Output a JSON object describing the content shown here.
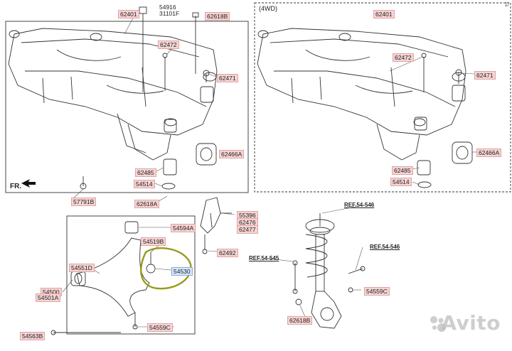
{
  "page_indicator": "1/",
  "watermark": "Avito",
  "direction_label": "FR.",
  "variant_title": "(4WD)",
  "left_labels": {
    "p62401": "62401",
    "p54916": "54916",
    "p31101F": "31101F",
    "p62618B": "62618B",
    "p62472": "62472",
    "p62471": "62471",
    "p62466A": "62466A",
    "p62485": "62485",
    "p54514": "54514",
    "p57791B": "57791B",
    "p62618A": "62618A",
    "p54594A": "54594A",
    "p54519B": "54519B",
    "p54530": "54530",
    "p54551D": "54551D",
    "p54500": "54500",
    "p54501A": "54501A",
    "p54559C": "54559C",
    "p54563B": "54563B",
    "p55396": "55396",
    "p62476": "62476",
    "p62477": "62477",
    "p62492": "62492"
  },
  "right_labels": {
    "p62401": "62401",
    "p62472": "62472",
    "p62471": "62471",
    "p62466A": "62466A",
    "p62485": "62485",
    "p54514": "54514"
  },
  "strut_labels": {
    "ref_top": "REF.54-546",
    "ref_right": "REF.54-546",
    "ref_left": "REF.54-545",
    "p54559C": "54559C",
    "p62618B": "62618B"
  },
  "colors": {
    "part_label_bg": "#f6d4d4",
    "highlight_label_bg": "#d6e6fb",
    "circle_annotation": "#9a9a1a",
    "line": "#333333"
  }
}
